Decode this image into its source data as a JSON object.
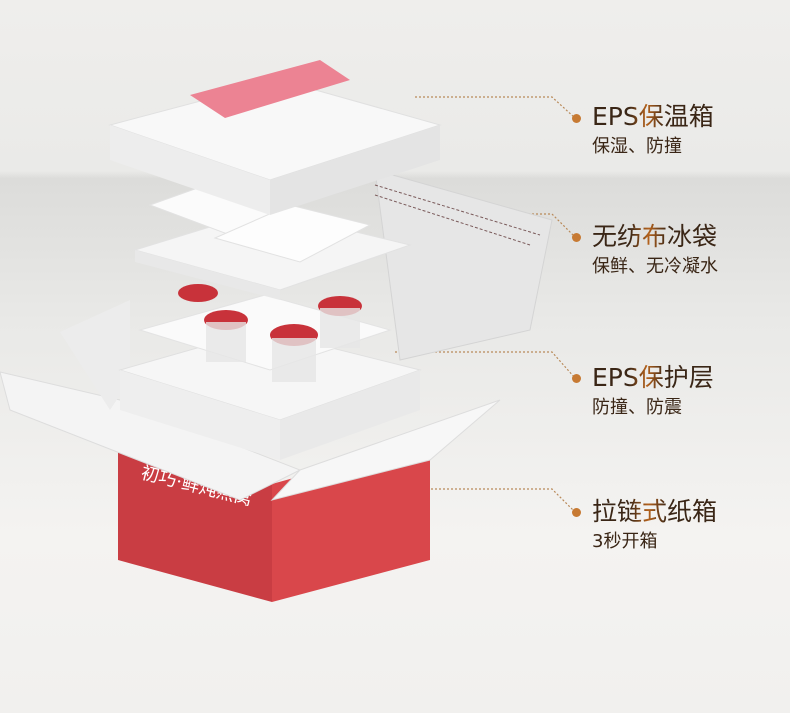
{
  "features": [
    {
      "title": "EPS保温箱",
      "subtitle": "保湿、防撞"
    },
    {
      "title": "无纺布冰袋",
      "subtitle": "保鲜、无冷凝水"
    },
    {
      "title": "EPS保护层",
      "subtitle": "防撞、防震"
    },
    {
      "title": "拉链式纸箱",
      "subtitle": "3秒开箱"
    }
  ],
  "brand": {
    "box_text": "初巧·鲜炖燕窝"
  },
  "colors": {
    "accent": "#c77a33",
    "text": "#3a2616",
    "box_red": "#d9474b",
    "pink_card": "#ec8393"
  }
}
